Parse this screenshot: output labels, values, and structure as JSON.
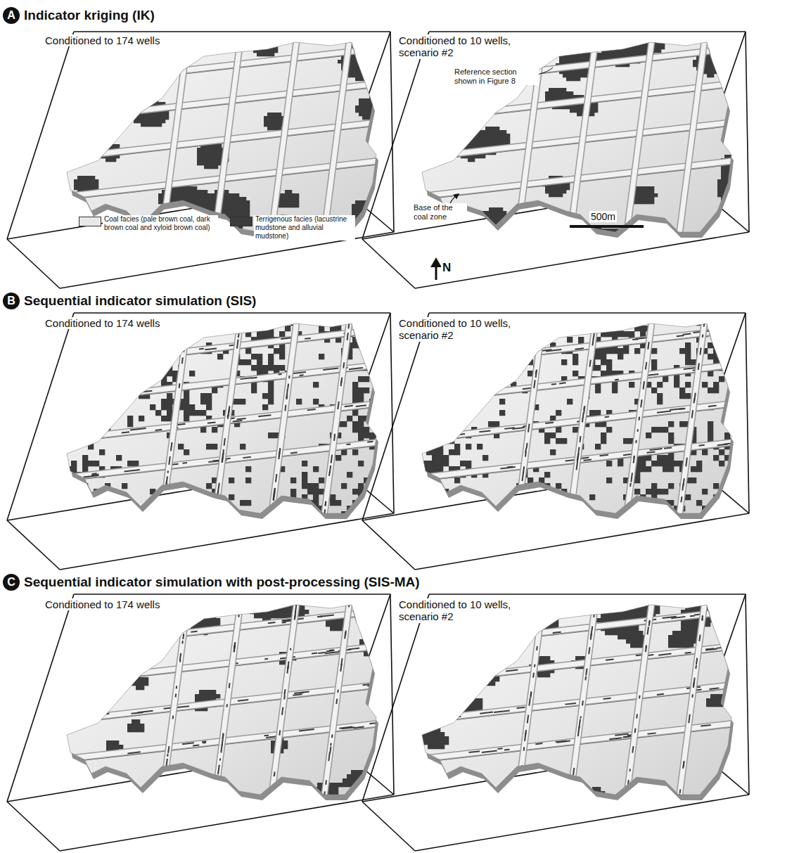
{
  "diagram": {
    "nodes": [
      {
        "text": [
          "A"
        ]
      },
      {
        "text": [
          "B"
        ]
      },
      {
        "text": [
          "C"
        ]
      }
    ],
    "labels": [
      "Indicator kriging (IK)",
      "Conditioned to 174 wells",
      "Conditioned to 10 wells, scenario #2",
      "Reference section shown in Figure 8",
      "Base of the coal zone",
      "500m",
      "N",
      "Sequential indicator simulation (SIS)",
      "Conditioned to 174 wells",
      "Conditioned to 10 wells, scenario #2",
      "Sequential indicator simulation with post-processing (SIS-MA)",
      "Conditioned to 174 wells",
      "Conditioned to 10 wells, scenario #2"
    ],
    "legend": [
      {
        "text": "Coal facies (pale brown coal, dark brown coal and xyloid brown coal)",
        "color": "#e8e8e8"
      },
      {
        "text": "Terrigenous facies (lacustrine mudstone and alluvial mudstone)",
        "color": "#3c3c3c"
      }
    ]
  }
}
